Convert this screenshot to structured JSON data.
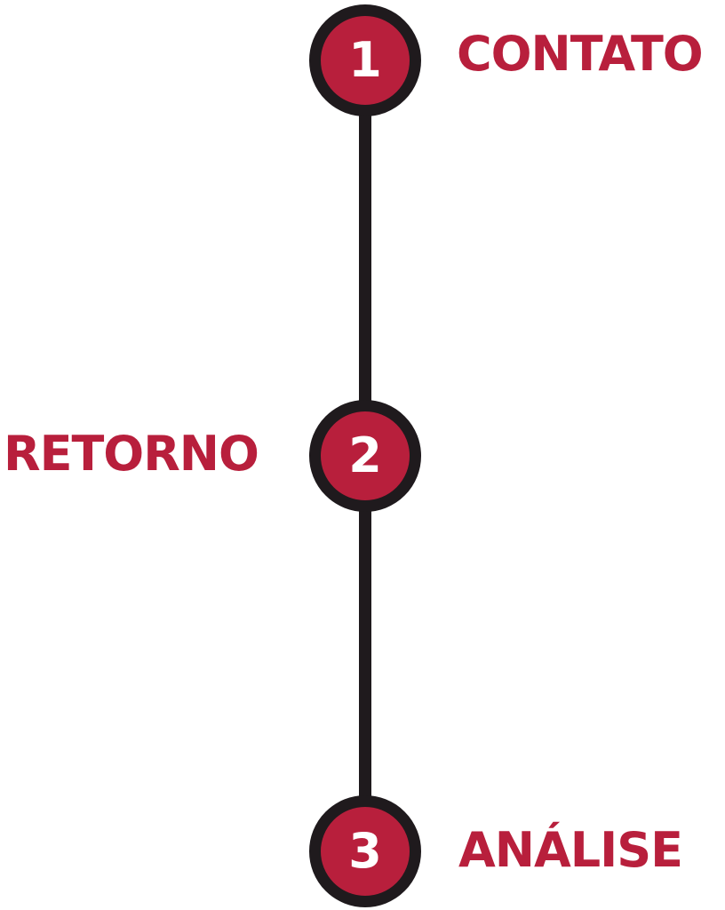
{
  "steps": [
    {
      "number": "1",
      "label": "CONTATO"
    },
    {
      "number": "2",
      "label": "RETORNO"
    },
    {
      "number": "3",
      "label": "ANÁLISE"
    }
  ],
  "colors": {
    "accent": "#b81f3c",
    "line": "#1f1a1d",
    "number_text": "#ffffff",
    "background": "#ffffff"
  }
}
